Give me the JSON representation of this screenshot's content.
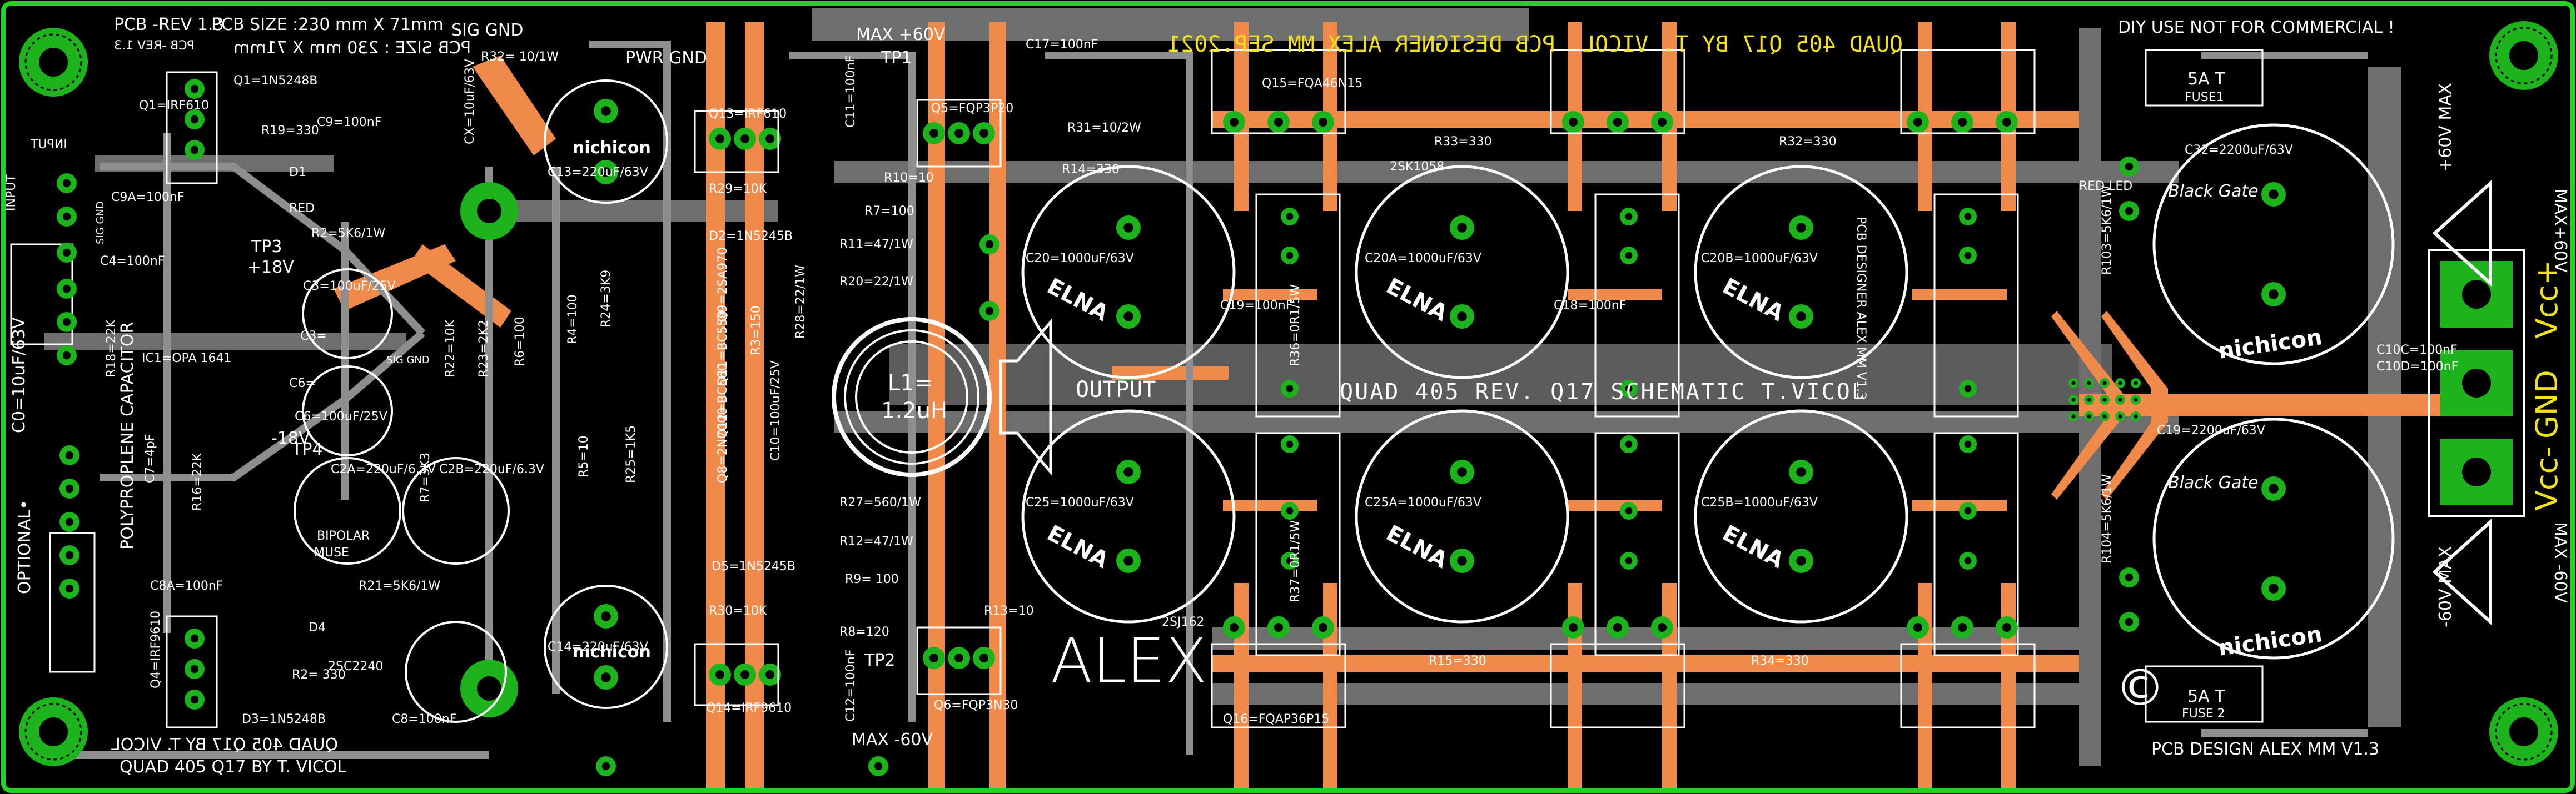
{
  "board": {
    "rev_left": "PCB -REV 1.3",
    "size_text": "PCB SIZE :230 mm X 71mm",
    "size_mirror": "PCB SIZE : 230 mm X 71mm",
    "rev_mirror": "PCB -REV 1.3",
    "sig_gnd_top": "SIG GND",
    "pwr_gnd": "PWR GND",
    "sig_gnd_side": "SIG GND",
    "sig_gnd_mid": "SIG GND",
    "input": "INPUT",
    "input_mirror": "INPUT",
    "optional": "OPTIONAL•",
    "c0": "C0=10uF/63V",
    "polyprop": "POLYPROPLENE CAPACITOR",
    "title_bottom_mirror": "QUAD 405  Q17 BY T. VICOL",
    "title_bottom": "QUAD 405  Q17 BY T. VICOL",
    "title_top_mirror": "QUAD 405 Q17 BY T. VICOL",
    "designer_top_mirror": "PCB DESIGNER ALEX MM SEP.2021",
    "diy": "DIY USE NOT FOR COMMERCIAL !",
    "schematic_strip": "QUAD 405  REV. Q17           SCHEMATIC  T.VICOL",
    "side_mirror": "PCB DESIGNER ALEX MM V1.3",
    "output": "OUTPUT",
    "l1_name": "L1=",
    "l1_val": "1.2uH",
    "alex": "ALEX",
    "design_credit": "PCB DESIGN ALEX MM V1.3",
    "max_top": "MAX +60V",
    "max_bottom": "MAX -60V",
    "tp1": "TP1",
    "tp2": "TP2",
    "tp3": "TP3",
    "tp4": "TP4",
    "p18v": "+18V",
    "m18v": "-18V",
    "vcc_top": "MAX+60V",
    "vcc_top_mir": "+60V MAX",
    "vcc_bot": "MAX -60V",
    "vcc_bot_mir": "-60V MAX",
    "vcc_plus": "Vcc+",
    "gnd": "GND",
    "vcc_minus": "Vcc-",
    "fuse1": "5A T",
    "fuse1_name": "FUSE1",
    "fuse2": "5A T",
    "fuse2_name": "FUSE 2",
    "red_led": "RED LED",
    "copyright": "©",
    "nichicon": "nichicon",
    "elna": "ELNA",
    "blackgate": "Black Gate"
  },
  "components": [
    {
      "ref": "Q1=IRF610"
    },
    {
      "ref": "Q1=1N5248B"
    },
    {
      "ref": "R19=330"
    },
    {
      "ref": "D1"
    },
    {
      "ref": "RED"
    },
    {
      "ref": "R2=5K6/1W"
    },
    {
      "ref": "C9A=100nF"
    },
    {
      "ref": "C9=100nF"
    },
    {
      "ref": "C4=100nF"
    },
    {
      "ref": "C3=100uF/25V"
    },
    {
      "ref": "C3="
    },
    {
      "ref": "C6=100uF/25V"
    },
    {
      "ref": "C6="
    },
    {
      "ref": "IC1=OPA 1641"
    },
    {
      "ref": "R18=22K"
    },
    {
      "ref": "R16=22K"
    },
    {
      "ref": "C7=4pF"
    },
    {
      "ref": "C2A=220uF/6.3V"
    },
    {
      "ref": "C2B=220uF/6.3V"
    },
    {
      "ref": "BIPOLAR"
    },
    {
      "ref": "MUSE"
    },
    {
      "ref": "R7=3K3"
    },
    {
      "ref": "R21=5K6/1W"
    },
    {
      "ref": "C8A=100nF"
    },
    {
      "ref": "D4"
    },
    {
      "ref": "Q4=IRF9610"
    },
    {
      "ref": "R2= 330"
    },
    {
      "ref": "D3=1N5248B"
    },
    {
      "ref": "2SC2240"
    },
    {
      "ref": "C8=100nF"
    },
    {
      "ref": "R32= 10/1W"
    },
    {
      "ref": "CX=10uF/63V"
    },
    {
      "ref": "C13=220uF/63V"
    },
    {
      "ref": "C14=220uF/63V"
    },
    {
      "ref": "R22=10K"
    },
    {
      "ref": "R23=2K2"
    },
    {
      "ref": "R6=100"
    },
    {
      "ref": "R4=100"
    },
    {
      "ref": "R24=3K9"
    },
    {
      "ref": "R5=10"
    },
    {
      "ref": "R25=1K5"
    },
    {
      "ref": "Q13=IRF610"
    },
    {
      "ref": "R29=10K"
    },
    {
      "ref": "D2=1N5245B"
    },
    {
      "ref": "D5=1N5245B"
    },
    {
      "ref": "R30=10K"
    },
    {
      "ref": "Q14=IRF9610"
    },
    {
      "ref": "C10=100uF/25V"
    },
    {
      "ref": "R3=150"
    },
    {
      "ref": "Q9=2SA970"
    },
    {
      "ref": "Q11=BC550"
    },
    {
      "ref": "Q12=BC560"
    },
    {
      "ref": "Q8=2N7000"
    },
    {
      "ref": "R28=22/1W"
    },
    {
      "ref": "C11=100nF"
    },
    {
      "ref": "C12=100nF"
    },
    {
      "ref": "C17=100nF"
    },
    {
      "ref": "Q5=FQP3P20"
    },
    {
      "ref": "Q6=FQP3N30"
    },
    {
      "ref": "R10=10"
    },
    {
      "ref": "R7=100"
    },
    {
      "ref": "R11=47/1W"
    },
    {
      "ref": "R20=22/1W"
    },
    {
      "ref": "R27=560/1W"
    },
    {
      "ref": "R12=47/1W"
    },
    {
      "ref": "R9= 100"
    },
    {
      "ref": "R8=120"
    },
    {
      "ref": "R13=10"
    },
    {
      "ref": "R31=10/2W"
    },
    {
      "ref": "R14=330"
    },
    {
      "ref": "Q15=FQA46N15"
    },
    {
      "ref": "Q16=FQAP36P15"
    },
    {
      "ref": "2SK1058"
    },
    {
      "ref": "2SJ162"
    },
    {
      "ref": "R33=330"
    },
    {
      "ref": "R15=330"
    },
    {
      "ref": "R34=330"
    },
    {
      "ref": "R32=330"
    },
    {
      "ref": "C20=1000uF/63V"
    },
    {
      "ref": "C20A=1000uF/63V"
    },
    {
      "ref": "C20B=1000uF/63V"
    },
    {
      "ref": "C25=1000uF/63V"
    },
    {
      "ref": "C25A=1000uF/63V"
    },
    {
      "ref": "C25B=1000uF/63V"
    },
    {
      "ref": "R36=0R1/5W"
    },
    {
      "ref": "R37=0R1/5W"
    },
    {
      "ref": "C19=100nF"
    },
    {
      "ref": "C18=100nF"
    },
    {
      "ref": "C32=2200uF/63V"
    },
    {
      "ref": "C19=2200uF/63V"
    },
    {
      "ref": "R103=5K6/1W"
    },
    {
      "ref": "R104=5K6/1W"
    },
    {
      "ref": "C10C=100nF"
    },
    {
      "ref": "C10D=100nF"
    }
  ],
  "colors": {
    "board": "#000000",
    "ground_fill": "#6e6e6e",
    "trace_top": "#f08a4b",
    "pad": "#1db31d",
    "silk": "#ffffff",
    "outline": "#22d322",
    "title_yellow": "#f3e21a"
  }
}
